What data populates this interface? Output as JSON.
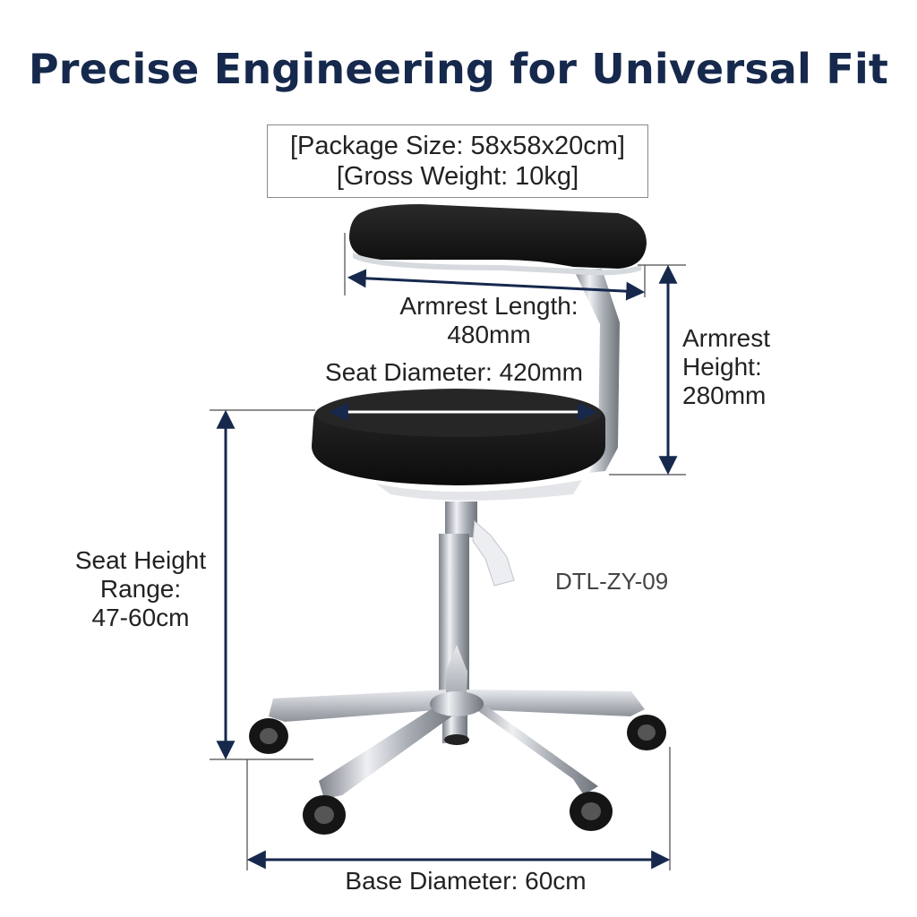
{
  "title": "Precise Engineering for Universal Fit",
  "package": {
    "size": "[Package Size: 58x58x20cm]",
    "weight": "[Gross Weight: 10kg]"
  },
  "dimensions": {
    "armrest_length": {
      "line1": "Armrest Length:",
      "line2": "480mm"
    },
    "armrest_height": {
      "line1": "Armrest",
      "line2": "Height:",
      "line3": "280mm"
    },
    "seat_diameter": "Seat Diameter: 420mm",
    "seat_height": {
      "line1": "Seat Height",
      "line2": "Range:",
      "line3": "47-60cm"
    },
    "base_diameter": "Base Diameter: 60cm"
  },
  "model": "DTL-ZY-09",
  "colors": {
    "title": "#16294d",
    "arrow": "#16294d",
    "seat": "#141414",
    "metal": "#b8bcc2"
  }
}
